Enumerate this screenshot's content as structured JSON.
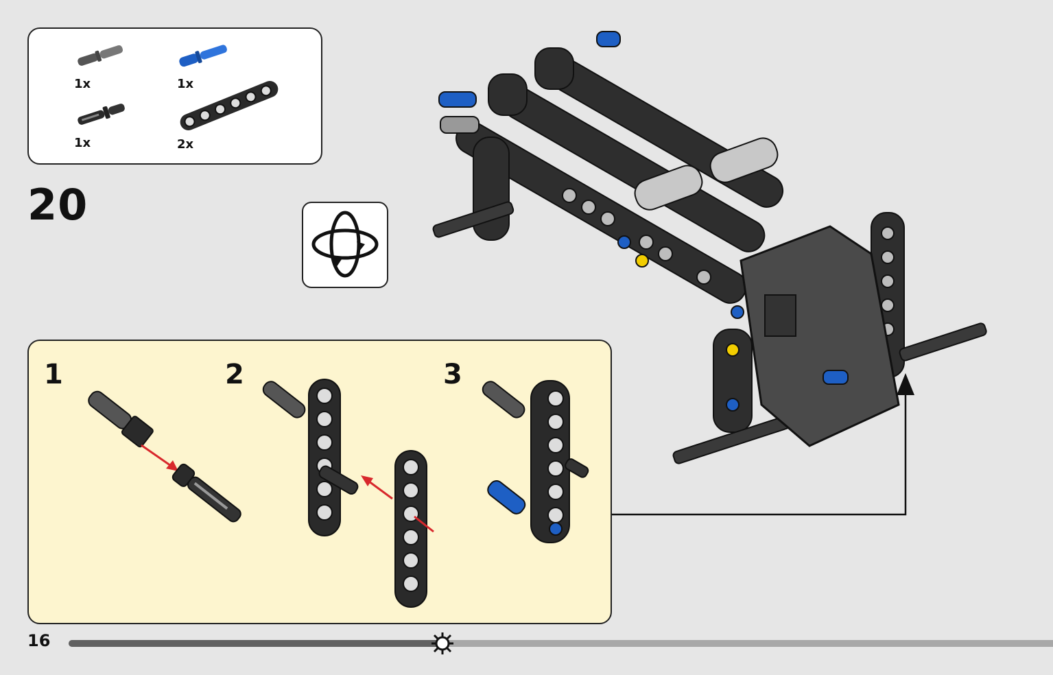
{
  "step": {
    "number": "20"
  },
  "page": {
    "number": "16"
  },
  "parts_list": [
    {
      "id": "grey-pin",
      "qty": "1x",
      "color": "#6e6e6e"
    },
    {
      "id": "blue-pin",
      "qty": "1x",
      "color": "#1e5fc4"
    },
    {
      "id": "black-pin",
      "qty": "1x",
      "color": "#2a2a2a"
    },
    {
      "id": "black-beam",
      "qty": "2x",
      "color": "#2a2a2a"
    }
  ],
  "sub_steps": [
    {
      "label": "1"
    },
    {
      "label": "2"
    },
    {
      "label": "3"
    }
  ],
  "progress": {
    "fraction": 0.38
  },
  "colors": {
    "background": "#e6e6e6",
    "substep_bg": "#fdf5cf",
    "arrow_red": "#d8282c",
    "brick_black": "#2a2a2a",
    "brick_grey": "#6e6e6e",
    "brick_blue": "#1e5fc4",
    "brick_yellow": "#f2cd00"
  },
  "icons": {
    "rotate": "rotate-model-icon",
    "progress": "gear-sun-icon"
  }
}
